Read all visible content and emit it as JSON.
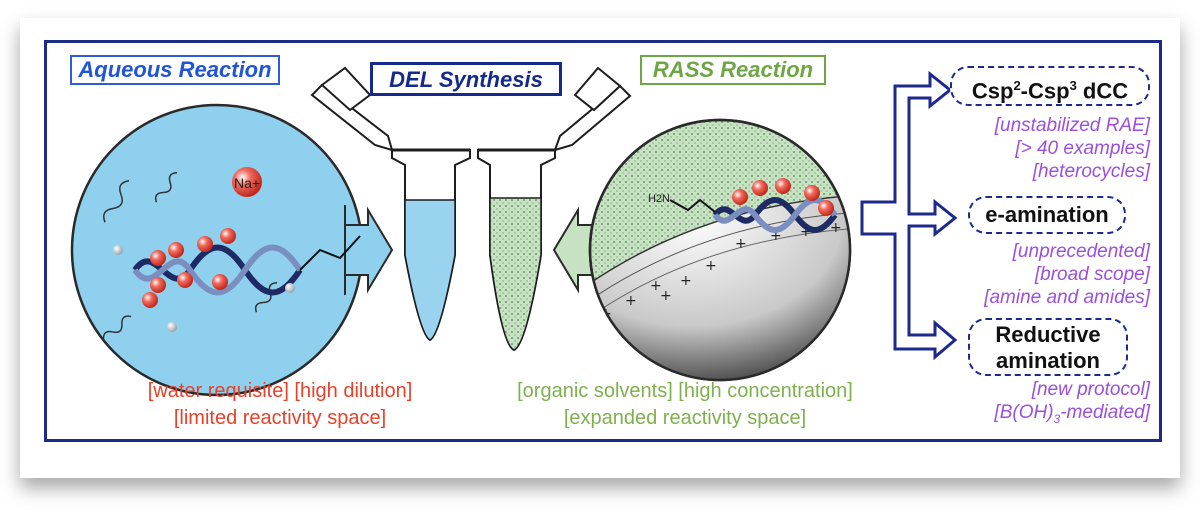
{
  "labels": {
    "aqueous": "Aqueous Reaction",
    "del": "DEL Synthesis",
    "rass": "RASS Reaction"
  },
  "ion_label": "Na+",
  "amine_label": "H2N",
  "captions": {
    "aqueous_line1": "[water requisite] [high dilution]",
    "aqueous_line2": "[limited reactivity space]",
    "rass_line1": "[organic solvents] [high concentration]",
    "rass_line2": "[expanded reactivity space]"
  },
  "outcomes": [
    {
      "title_pre": "Csp",
      "title_sup1": "2",
      "title_mid": "-Csp",
      "title_sup2": "3",
      "title_post": " dCC",
      "notes": [
        "[unstabilized RAE]",
        "[> 40 examples]",
        "[heterocycles]"
      ]
    },
    {
      "title": "e-amination",
      "notes": [
        "[unprecedented]",
        "[broad scope]",
        "[amine and amides]"
      ]
    },
    {
      "title_line1": "Reductive",
      "title_line2": "amination",
      "notes": [
        "[new protocol]"
      ],
      "note_last_pre": "[B(OH)",
      "note_last_sub": "3",
      "note_last_post": "-mediated]"
    }
  ],
  "colors": {
    "frame": "#1c2a8c",
    "aqueous": "#1f55d6",
    "rass": "#6fa645",
    "red_caption": "#e8412a",
    "green_caption": "#7fb04e",
    "purple_notes": "#9b4fe0",
    "water": "#7ec6ea",
    "green_fill": "#cfe6cf"
  }
}
